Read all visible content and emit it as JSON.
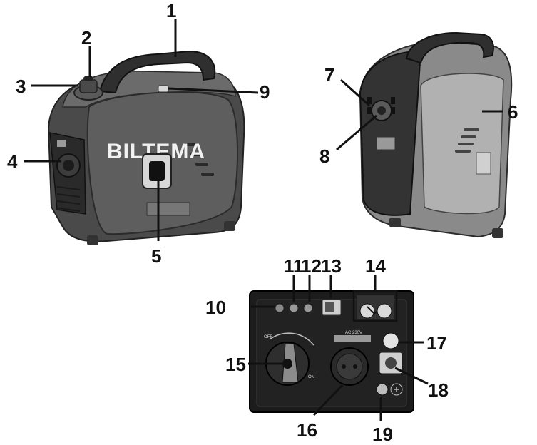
{
  "brand": {
    "name": "BILTEMA"
  },
  "colors": {
    "body_dark": "#3a3a3a",
    "body_mid": "#5a5a5a",
    "body_light": "#8c8c8c",
    "panel": "#1a1a1a",
    "label_ink": "#111111"
  },
  "callouts": [
    {
      "number": "1",
      "part": "carry-handle"
    },
    {
      "number": "2",
      "part": "fuel-cap-vent"
    },
    {
      "number": "3",
      "part": "fuel-cap"
    },
    {
      "number": "4",
      "part": "control-panel"
    },
    {
      "number": "5",
      "part": "recoil-starter-handle"
    },
    {
      "number": "6",
      "part": "maintenance-cover"
    },
    {
      "number": "7",
      "part": "exhaust-outlet"
    },
    {
      "number": "8",
      "part": "muffler"
    },
    {
      "number": "9",
      "part": "fuel-gauge"
    },
    {
      "number": "10",
      "part": "grounding-terminal"
    },
    {
      "number": "11",
      "part": "indicator-light-a"
    },
    {
      "number": "12",
      "part": "indicator-light-b"
    },
    {
      "number": "13",
      "part": "eco-switch"
    },
    {
      "number": "14",
      "part": "parallel-outlets"
    },
    {
      "number": "15",
      "part": "engine-switch"
    },
    {
      "number": "16",
      "part": "ac-outlet"
    },
    {
      "number": "17",
      "part": "dc-circuit-breaker"
    },
    {
      "number": "18",
      "part": "dc-outlet"
    },
    {
      "number": "19",
      "part": "dc-terminal"
    }
  ],
  "panel_text": {
    "switch_off": "OFF",
    "switch_on": "ON",
    "voltage": "AC 230V"
  }
}
